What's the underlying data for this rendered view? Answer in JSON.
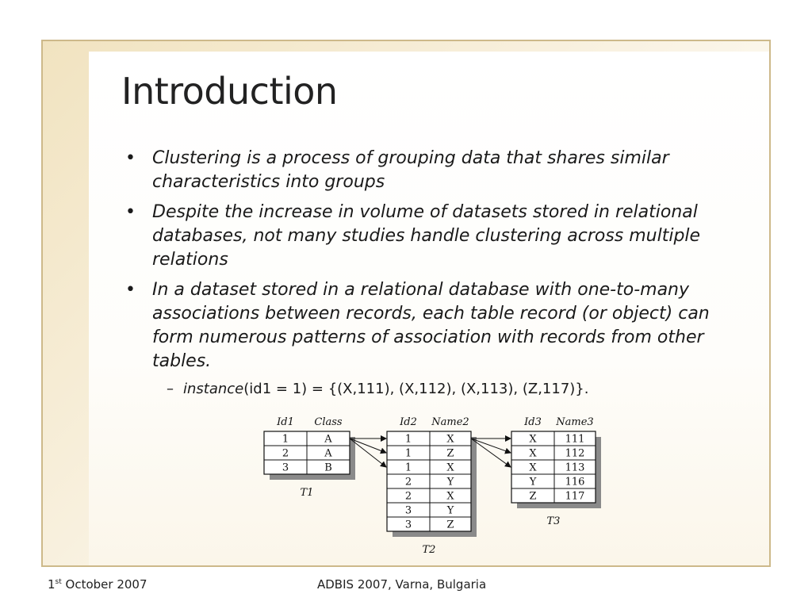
{
  "slide": {
    "title": "Introduction",
    "bullets": [
      "Clustering is a process of grouping data that shares similar characteristics into groups",
      "Despite the increase in volume of datasets stored in relational databases, not many studies handle clustering across multiple relations",
      "In a dataset stored in a relational database with one-to-many associations between records, each table record (or object) can form numerous patterns of association with records from other tables."
    ],
    "subbullet": {
      "dash": "–",
      "italic_word": "instance",
      "rest": "(id1 = 1) = {(X,111), (X,112), (X,113), (Z,117)}."
    }
  },
  "figure": {
    "tables": [
      {
        "caption": "T1",
        "headers": [
          "Id1",
          "Class"
        ],
        "rows": [
          [
            "1",
            "A"
          ],
          [
            "2",
            "A"
          ],
          [
            "3",
            "B"
          ]
        ]
      },
      {
        "caption": "T2",
        "headers": [
          "Id2",
          "Name2"
        ],
        "rows": [
          [
            "1",
            "X"
          ],
          [
            "1",
            "Z"
          ],
          [
            "1",
            "X"
          ],
          [
            "2",
            "Y"
          ],
          [
            "2",
            "X"
          ],
          [
            "3",
            "Y"
          ],
          [
            "3",
            "Z"
          ]
        ]
      },
      {
        "caption": "T3",
        "headers": [
          "Id3",
          "Name3"
        ],
        "rows": [
          [
            "X",
            "111"
          ],
          [
            "X",
            "112"
          ],
          [
            "X",
            "113"
          ],
          [
            "Y",
            "116"
          ],
          [
            "Z",
            "117"
          ]
        ]
      }
    ]
  },
  "footer": {
    "date_day": "1",
    "date_sup": "st",
    "date_rest": " October 2007",
    "conference": "ADBIS 2007, Varna, Bulgaria"
  },
  "colors": {
    "frame_border": "#cdb98a",
    "frame_gradient": "#f1e3c0",
    "text": "#1a1a1a",
    "table_shadow": "#8a8a8a"
  }
}
